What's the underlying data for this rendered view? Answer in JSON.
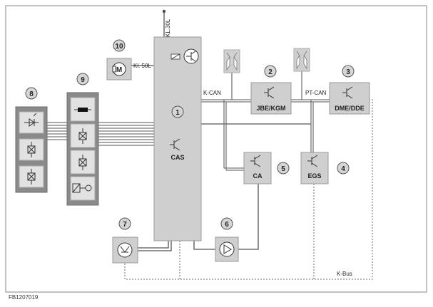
{
  "figure_id": "FB1207019",
  "labels": {
    "kl30l": "KL.30L",
    "kl50l": "Kl. 50L",
    "kcan": "K-CAN",
    "ptcan": "PT-CAN",
    "kbus": "K-Bus"
  },
  "nodes": [
    {
      "number": "1",
      "name": "CAS"
    },
    {
      "number": "2",
      "name": "JBE/KGM"
    },
    {
      "number": "3",
      "name": "DME/DDE"
    },
    {
      "number": "4",
      "name": "EGS"
    },
    {
      "number": "5",
      "name": "CA"
    },
    {
      "number": "6",
      "name": ""
    },
    {
      "number": "7",
      "name": ""
    },
    {
      "number": "8",
      "name": ""
    },
    {
      "number": "9",
      "name": ""
    },
    {
      "number": "10",
      "name": ""
    }
  ],
  "icons": [
    "transistor-icon",
    "starter-motor-icon",
    "relay-icon",
    "amplifier-icon",
    "antenna-icon",
    "led-icon",
    "coil-icon"
  ]
}
